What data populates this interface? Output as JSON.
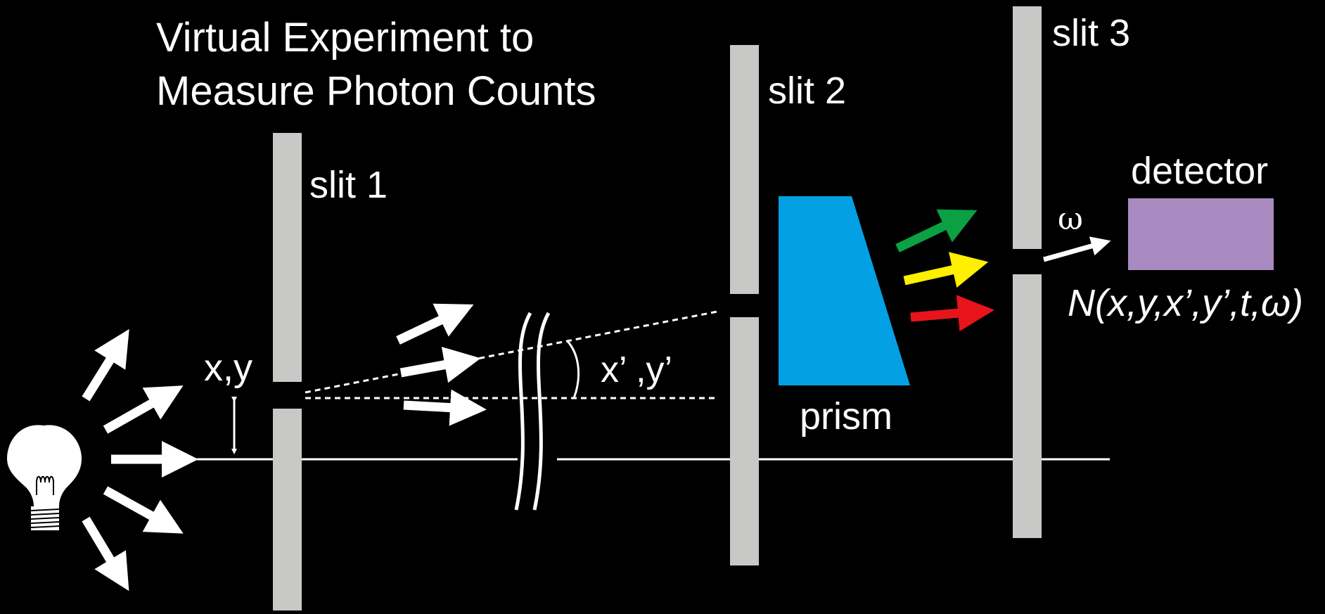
{
  "title_line1": "Virtual Experiment to",
  "title_line2": "Measure Photon Counts",
  "labels": {
    "slit1": "slit 1",
    "slit2": "slit 2",
    "slit3": "slit 3",
    "detector": "detector",
    "prism": "prism",
    "position": "x,y",
    "angle": "x’ ,y’",
    "frequency": "ω",
    "photon_count": "N(x,y,x’,y’,t,ω)"
  },
  "colors": {
    "background": "#000000",
    "slit": "#c8c9c7",
    "prism": "#04a0e4",
    "detector": "#a98ac0",
    "ray_green": "#0aa043",
    "ray_yellow": "#ffef00",
    "ray_red": "#e8141b",
    "light": "#ffffff"
  },
  "icons": [
    "light-bulb-icon"
  ]
}
